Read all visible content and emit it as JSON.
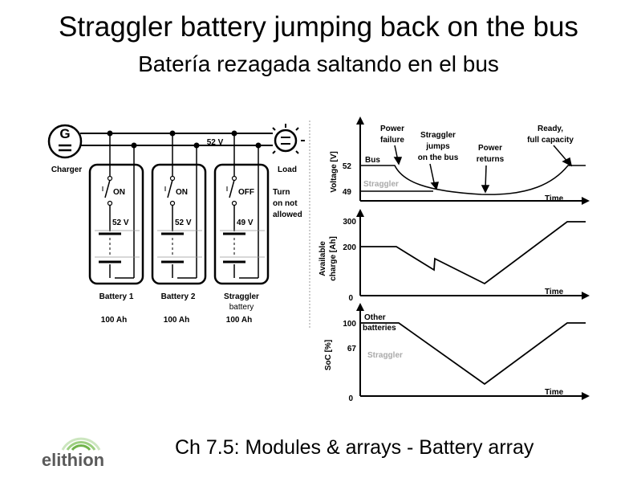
{
  "slide": {
    "title": "Straggler battery jumping back on the bus",
    "subtitle": "Batería rezagada saltando en el bus",
    "footer": "Ch 7.5: Modules & arrays - Battery array",
    "logo_text": "elithion"
  },
  "circuit": {
    "charger_symbol": "G",
    "charger_label": "Charger",
    "bus_voltage": "52 V",
    "load_label": "Load",
    "turn_note": [
      "Turn",
      "on not",
      "allowed"
    ],
    "batteries": [
      {
        "switch_state": "ON",
        "voltage": "52 V",
        "name": [
          "Battery 1"
        ],
        "capacity": "100 Ah"
      },
      {
        "switch_state": "ON",
        "voltage": "52 V",
        "name": [
          "Battery 2"
        ],
        "capacity": "100 Ah"
      },
      {
        "switch_state": "OFF",
        "voltage": "49 V",
        "name": [
          "Straggler",
          "battery"
        ],
        "capacity": "100 Ah"
      }
    ]
  },
  "events": {
    "power_failure": [
      "Power",
      "failure"
    ],
    "straggler_jumps": [
      "Straggler",
      "jumps",
      "on the bus"
    ],
    "power_returns": [
      "Power",
      "returns"
    ],
    "ready": [
      "Ready,",
      "full capacity"
    ]
  },
  "graphs": {
    "voltage": {
      "ylabel": "Voltage [V]",
      "ticks": [
        "52",
        "49"
      ],
      "bus_label": "Bus",
      "straggler_label": "Straggler",
      "xlabel": "Time"
    },
    "charge": {
      "ylabel": [
        "Available",
        "charge [Ah]"
      ],
      "ticks": [
        "300",
        "200",
        "0"
      ],
      "xlabel": "Time"
    },
    "soc": {
      "ylabel": "SoC [%]",
      "ticks": [
        "100",
        "67",
        "0"
      ],
      "other_label": [
        "Other",
        "batteries"
      ],
      "straggler_label": "Straggler",
      "xlabel": "Time"
    }
  }
}
